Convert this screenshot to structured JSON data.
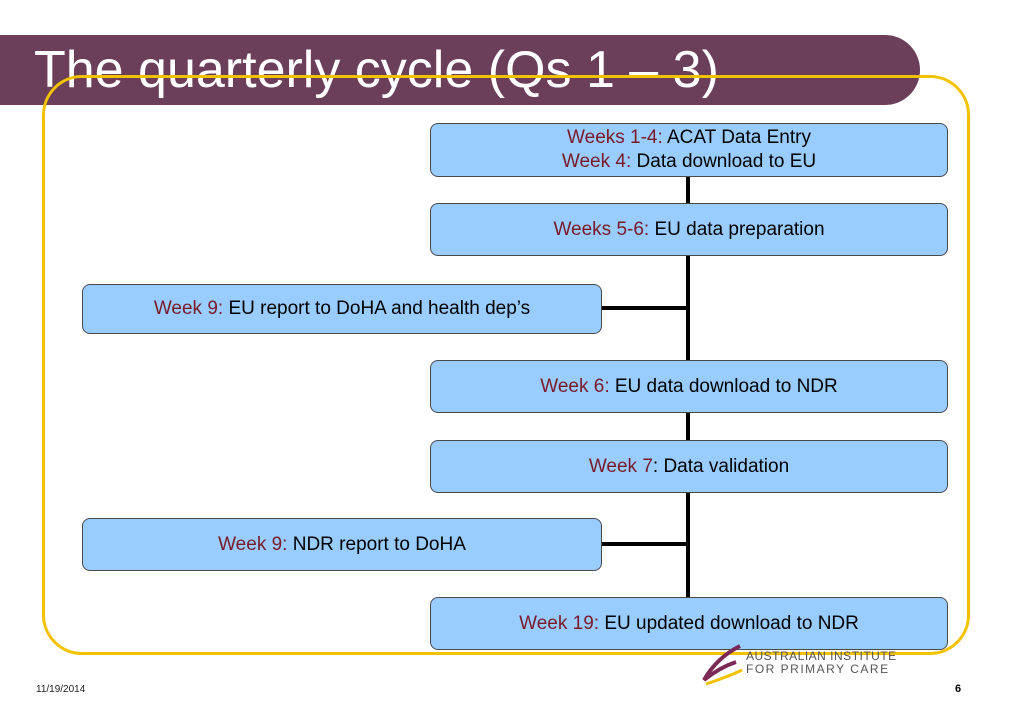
{
  "slide": {
    "title": "The quarterly cycle (Qs 1 – 3)",
    "date": "11/19/2014",
    "page_number": "6"
  },
  "colors": {
    "title_bar": "#6b3f5a",
    "frame": "#f2c200",
    "box_fill": "#99ccff",
    "highlight": "#7a1a2a"
  },
  "steps": [
    {
      "l1_hl": "Weeks 1-4:",
      "l1_text": " ACAT Data Entry",
      "l2_hl": "Week 4:",
      "l2_text": " Data download to EU"
    },
    {
      "hl": "Weeks 5-6:",
      "text": " EU data preparation"
    },
    {
      "hl": "Week 9:",
      "text": " EU report to DoHA and health dep’s"
    },
    {
      "hl": "Week 6:",
      "text": " EU data download to NDR"
    },
    {
      "hl": "Week 7",
      "text": ": Data validation"
    },
    {
      "hl": "Week 9:",
      "text": " NDR report to DoHA"
    },
    {
      "hl": "Week 19:",
      "text": " EU updated download to NDR"
    }
  ],
  "logo": {
    "line1": "AUSTRALIAN INSTITUTE",
    "line2": "FOR PRIMARY CARE"
  }
}
